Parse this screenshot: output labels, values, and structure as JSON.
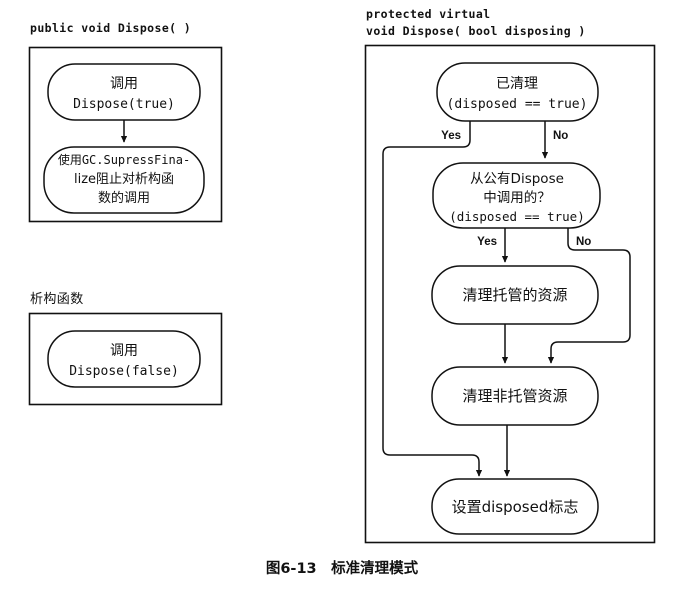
{
  "figure": {
    "caption": "图6-13　标准清理模式"
  },
  "left_column": {
    "section_one": {
      "header": "public void Dispose( )",
      "nodes": [
        {
          "line1": "调用",
          "line2": "Dispose(true)"
        },
        {
          "line1": "使用GC.SupressFina-",
          "line2": "lize阻止对析构函",
          "line3": "数的调用"
        }
      ]
    },
    "section_two": {
      "header": "析构函数",
      "nodes": [
        {
          "line1": "调用",
          "line2": "Dispose(false)"
        }
      ]
    }
  },
  "right_column": {
    "header_line1": "protected virtual",
    "header_line2": "void Dispose( bool disposing )",
    "nodes": [
      {
        "id": "disposed-check",
        "line1": "已清理",
        "line2": "(disposed == true)"
      },
      {
        "id": "called-from-public",
        "line1": "从公有Dispose",
        "line2": "中调用的？",
        "line3": "(disposed == true)"
      },
      {
        "id": "clean-managed",
        "line1": "清理托管的资源"
      },
      {
        "id": "clean-unmanaged",
        "line1": "清理非托管资源"
      },
      {
        "id": "set-disposed-flag",
        "line1": "设置disposed标志"
      }
    ],
    "branch_labels": {
      "d1_yes": "Yes",
      "d1_no": "No",
      "d2_yes": "Yes",
      "d2_no": "No"
    }
  },
  "colors": {
    "stroke": "#111111",
    "background": "#ffffff"
  }
}
